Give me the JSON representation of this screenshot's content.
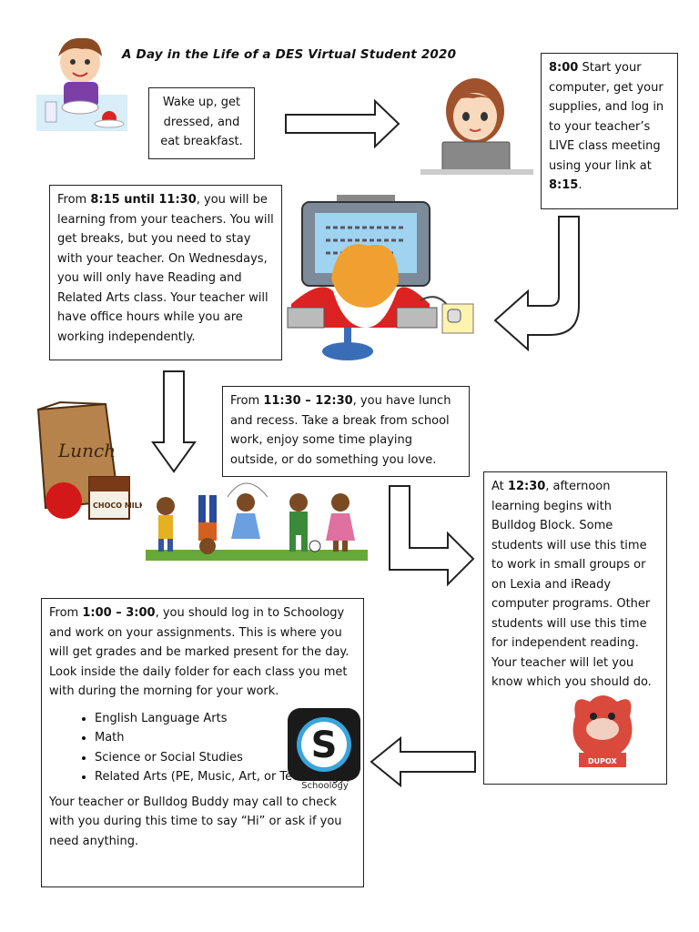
{
  "title": "A Day in the Life of a DES Virtual Student 2020",
  "step_wake": {
    "text": "Wake up, get dressed, and eat breakfast."
  },
  "step_800": {
    "time1": "8:00",
    "text1": " Start your computer, get your supplies, and log in to your teacher’s LIVE class meeting using your link at ",
    "time2": "8:15",
    "text2": "."
  },
  "step_815": {
    "lead": "From ",
    "time": "8:15 until 11:30",
    "text": ", you will be learning from your teachers.  You will get breaks, but you need to stay with your teacher.  On Wednesdays, you will only have Reading and Related Arts class.  Your teacher will have office hours while you are working independently."
  },
  "step_1130": {
    "lead": "From ",
    "time": "11:30 – 12:30",
    "text": ", you have lunch and recess.  Take a break from school work, enjoy some time playing outside, or do something you love."
  },
  "step_1230": {
    "lead": "At ",
    "time": "12:30",
    "text": ", afternoon learning begins with Bulldog Block.  Some students will use this time to work in small groups or on Lexia and iReady computer programs.  Other students will use this time for independent reading.  Your teacher will let you know which you should do."
  },
  "step_100": {
    "lead": "From ",
    "time": "1:00 – 3:00",
    "text": ", you should log in to Schoology and work on your assignments.  This is where you will get grades and be marked present for the day.  Look inside the daily folder for each class you met with during the morning for your work.",
    "subjects": [
      "English Language Arts",
      "Math",
      "Science or Social Studies",
      "Related Arts (PE, Music, Art, or Technology)"
    ],
    "closing": "Your teacher or Bulldog Buddy may call to check with you during this time to say “Hi” or ask if you need anything."
  },
  "lunch_bag_text": "Lunch",
  "milk_text": "CHOCO MILK",
  "mascot_text": "DUPOX",
  "schoology": {
    "label": "Schoology",
    "letter": "S"
  },
  "colors": {
    "border": "#222222",
    "schoology_bg": "#1a1a1a",
    "schoology_blue": "#3aa4dc",
    "mascot_red": "#d94a3c"
  },
  "icons": [
    "boy-breakfast-icon",
    "girl-laptop-icon",
    "kid-computer-icon",
    "lunch-bag-icon",
    "kids-playing-icon",
    "bulldog-mascot-icon",
    "schoology-logo-icon",
    "arrow-right-icon",
    "arrow-down-icon",
    "arrow-left-icon",
    "arrow-curve-icon"
  ]
}
